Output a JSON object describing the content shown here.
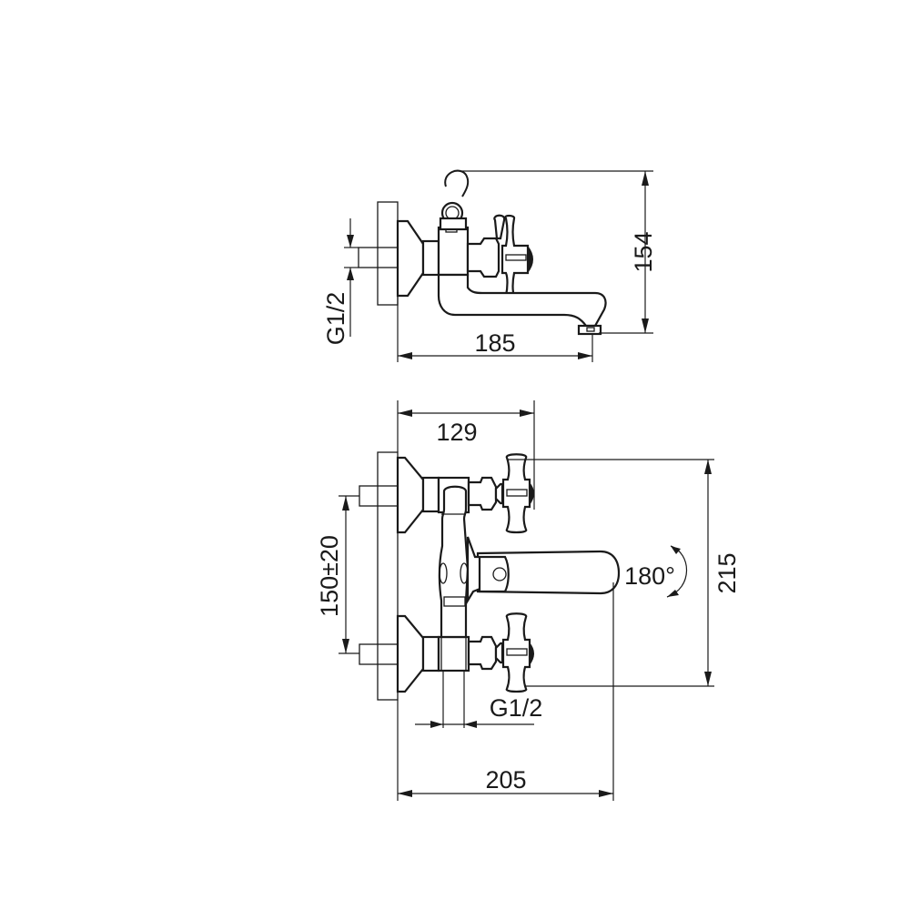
{
  "drawing": {
    "title": "Wall-mounted bath/shower mixer technical drawing",
    "colors": {
      "line": "#1a1a1a",
      "background": "#ffffff"
    },
    "side_view": {
      "dimensions": {
        "height": "154",
        "width": "185",
        "thread": "G1/2"
      }
    },
    "top_view": {
      "dimensions": {
        "handle_reach": "129",
        "total_height": "215",
        "inlet_spacing": "150±20",
        "total_width": "205",
        "thread": "G1/2",
        "spout_rotation": "180°"
      }
    }
  }
}
